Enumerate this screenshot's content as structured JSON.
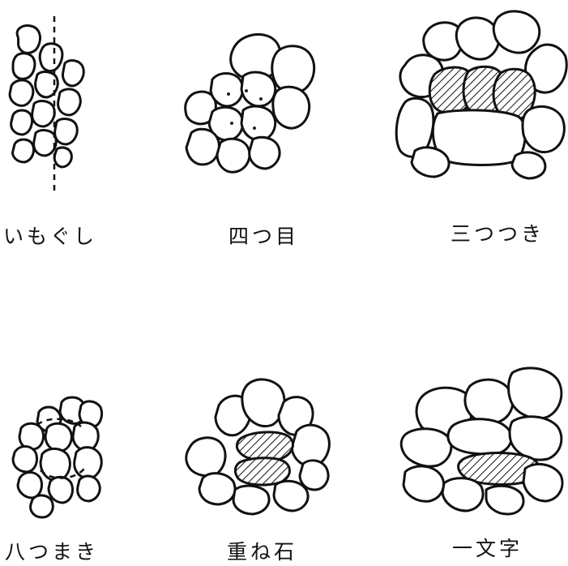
{
  "patterns": [
    {
      "name": "いもぐし"
    },
    {
      "name": "四つ目"
    },
    {
      "name": "三つつき"
    },
    {
      "name": "八つまき"
    },
    {
      "name": "重ね石"
    },
    {
      "name": "一文字"
    }
  ]
}
